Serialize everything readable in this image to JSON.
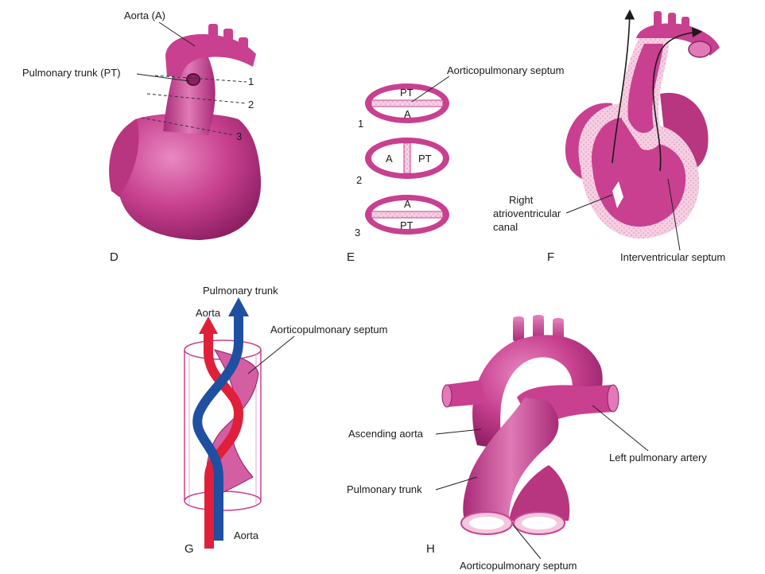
{
  "figure": {
    "panels": {
      "D": {
        "letter": "D",
        "aorta": "Aorta (A)",
        "pulmonary_trunk": "Pulmonary trunk (PT)",
        "levels": [
          "1",
          "2",
          "3"
        ]
      },
      "E": {
        "letter": "E",
        "septum": "Aorticopulmonary septum",
        "sections": [
          {
            "number": "1",
            "top": "PT",
            "bottom": "A"
          },
          {
            "number": "2",
            "left": "A",
            "right": "PT"
          },
          {
            "number": "3",
            "top": "A",
            "bottom": "PT"
          }
        ]
      },
      "F": {
        "letter": "F",
        "canal": [
          "Right",
          "atrioventricular",
          "canal"
        ],
        "septum": "Interventricular septum"
      },
      "G": {
        "letter": "G",
        "pulmonary_trunk": "Pulmonary trunk",
        "aorta_top": "Aorta",
        "septum": "Aorticopulmonary septum",
        "aorta_bottom": "Aorta"
      },
      "H": {
        "letter": "H",
        "ascending_aorta": "Ascending aorta",
        "pulmonary_trunk": "Pulmonary trunk",
        "left_pulmonary_artery": "Left pulmonary artery",
        "septum": "Aorticopulmonary septum"
      }
    },
    "colors": {
      "tissue": "#c8408f",
      "tissue_light": "#e27ab8",
      "tissue_dark": "#8e1f63",
      "septum_fill": "#f4c7de",
      "aorta_arrow": "#e0203a",
      "pulmonary_arrow": "#1f4fa0"
    }
  }
}
